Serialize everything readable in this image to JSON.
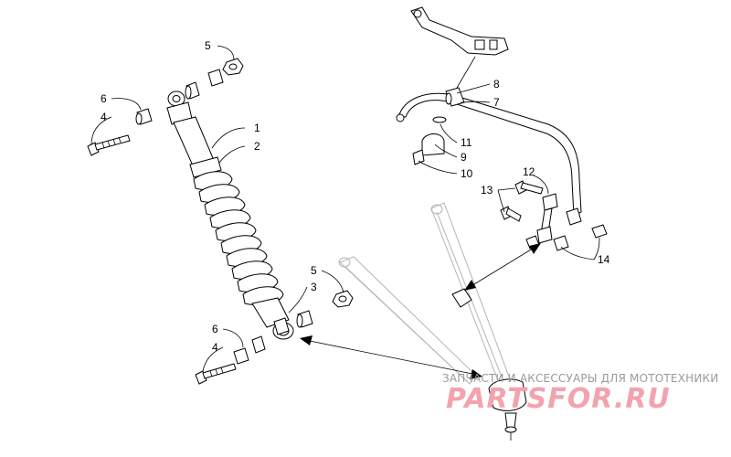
{
  "callouts": {
    "c5_top": "5",
    "c6_top": "6",
    "c4_top": "4",
    "c1": "1",
    "c2": "2",
    "c5_mid": "5",
    "c3": "3",
    "c6_bot": "6",
    "c4_bot": "4",
    "c8": "8",
    "c7": "7",
    "c11": "11",
    "c9": "9",
    "c10": "10",
    "c12": "12",
    "c13": "13",
    "c14": "14"
  },
  "watermark": {
    "tagline": "ЗАПЧАСТИ И АКСЕССУАРЫ ДЛЯ МОТОТЕХНИКИ",
    "logo": "PARTSFOR.RU"
  },
  "colors": {
    "line": "#000000",
    "ghost_line": "#b5b5b5",
    "watermark_logo": "#f2a3ae",
    "watermark_text": "#9a9a9a"
  }
}
